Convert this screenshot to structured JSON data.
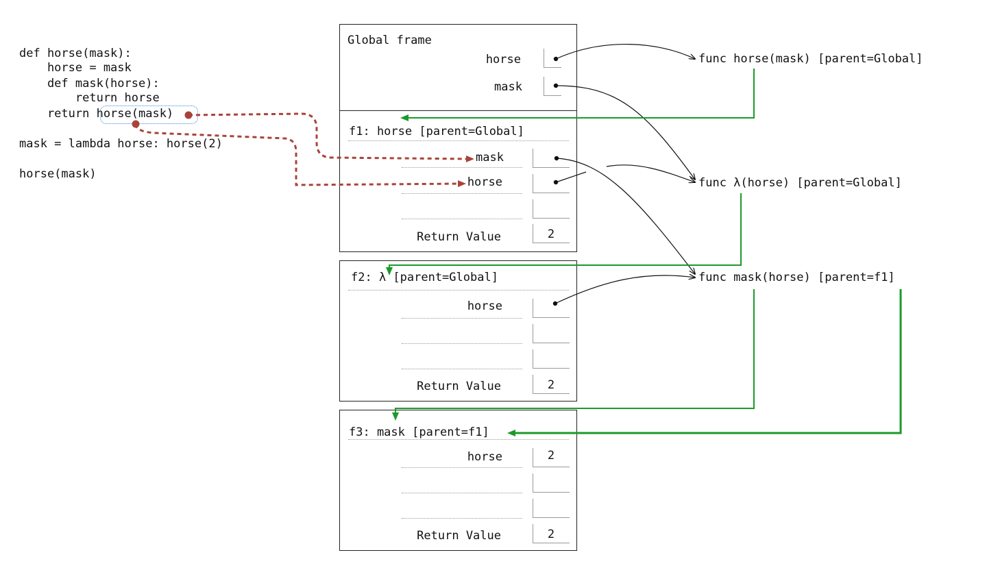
{
  "code": {
    "lines": [
      "def horse(mask):",
      "    horse = mask",
      "    def mask(horse):",
      "        return horse",
      "    return horse(mask)",
      "",
      "mask = lambda horse: horse(2)",
      "",
      "horse(mask)"
    ]
  },
  "global_frame": {
    "title": "Global frame",
    "vars": [
      {
        "name": "horse",
        "value": ""
      },
      {
        "name": "mask",
        "value": ""
      }
    ]
  },
  "f1": {
    "title": "f1: horse [parent=Global]",
    "vars": [
      {
        "name": "mask",
        "value": ""
      },
      {
        "name": "horse",
        "value": ""
      },
      {
        "name": "",
        "value": ""
      }
    ],
    "return_label": "Return Value",
    "return_value": "2"
  },
  "f2": {
    "title": "f2: λ [parent=Global]",
    "vars": [
      {
        "name": "horse",
        "value": ""
      },
      {
        "name": "",
        "value": ""
      },
      {
        "name": "",
        "value": ""
      }
    ],
    "return_label": "Return Value",
    "return_value": "2"
  },
  "f3": {
    "title": "f3: mask [parent=f1]",
    "vars": [
      {
        "name": "horse",
        "value": "2"
      },
      {
        "name": "",
        "value": ""
      },
      {
        "name": "",
        "value": ""
      }
    ],
    "return_label": "Return Value",
    "return_value": "2"
  },
  "functions": {
    "horse": "func horse(mask) [parent=Global]",
    "lambda": "func λ(horse) [parent=Global]",
    "mask": "func mask(horse) [parent=f1]"
  },
  "colors": {
    "parent_arrow": "#1a9a2a",
    "annotation_arrow": "#a8433a",
    "highlight": "#3a8bd6",
    "pointer": "#111111"
  }
}
